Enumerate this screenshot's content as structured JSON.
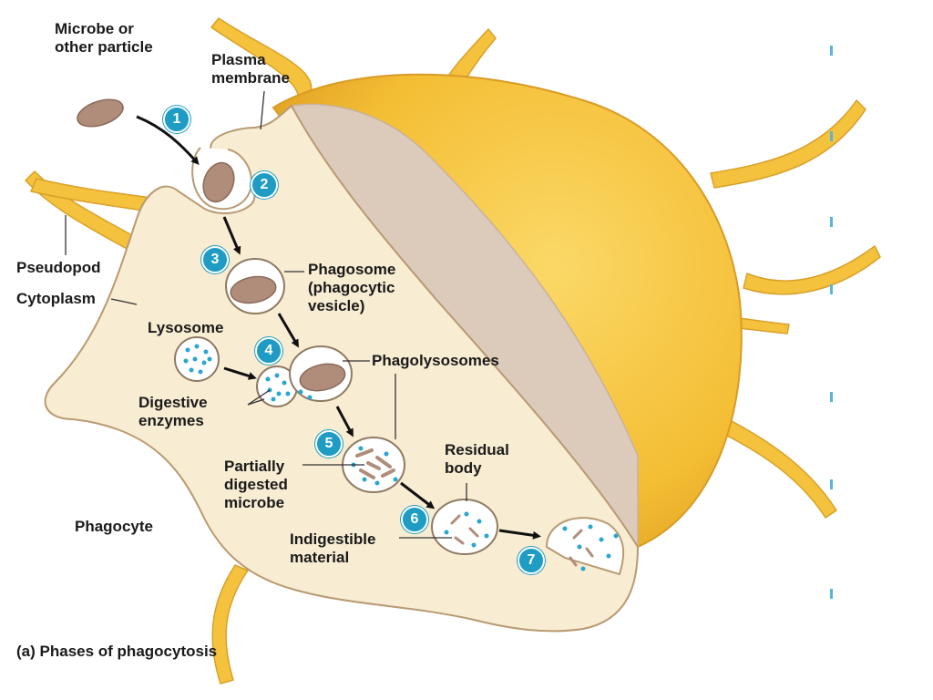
{
  "labels": {
    "microbe_line1": "Microbe or",
    "microbe_line2": "other particle",
    "plasma_line1": "Plasma",
    "plasma_line2": "membrane",
    "pseudopod": "Pseudopod",
    "cytoplasm": "Cytoplasm",
    "phagosome_line1": "Phagosome",
    "phagosome_line2": "(phagocytic",
    "phagosome_line3": "vesicle)",
    "lysosome": "Lysosome",
    "phagolysosomes": "Phagolysosomes",
    "digestive_line1": "Digestive",
    "digestive_line2": "enzymes",
    "partially_line1": "Partially",
    "partially_line2": "digested",
    "partially_line3": "microbe",
    "residual_line1": "Residual",
    "residual_line2": "body",
    "phagocyte": "Phagocyte",
    "indigestible_line1": "Indigestible",
    "indigestible_line2": "material"
  },
  "steps": [
    "1",
    "2",
    "3",
    "4",
    "5",
    "6",
    "7"
  ],
  "caption": {
    "panel": "(a)",
    "title": "Phases of phagocytosis"
  },
  "colors": {
    "cell_cytoplasm": "#f8ecd2",
    "cell_surface": "#f6c237",
    "cut_face": "#dbc9b8",
    "microbe": "#b08c7a",
    "enzyme": "#2aa6cf",
    "step_badge": "#1e9cc4"
  }
}
